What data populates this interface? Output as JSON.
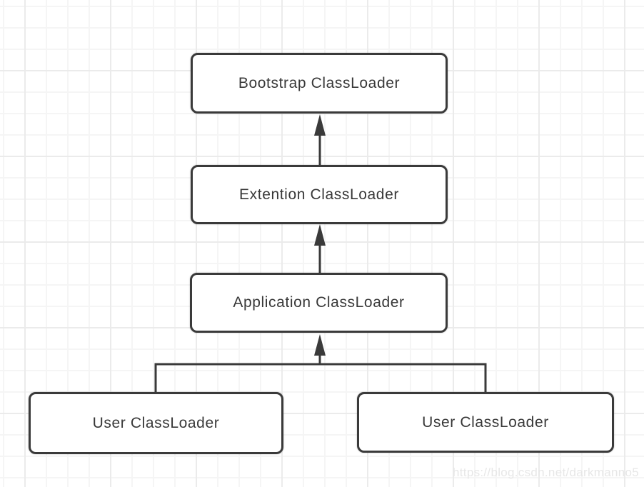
{
  "diagram": {
    "type": "flowchart",
    "description": "ClassLoader delegation hierarchy",
    "nodes": [
      {
        "id": "bootstrap-classloader",
        "label": "Bootstrap ClassLoader"
      },
      {
        "id": "extention-classloader",
        "label": "Extention ClassLoader"
      },
      {
        "id": "application-classloader",
        "label": "Application ClassLoader"
      },
      {
        "id": "user-classloader-left",
        "label": "User ClassLoader"
      },
      {
        "id": "user-classloader-right",
        "label": "User ClassLoader"
      }
    ],
    "edges": [
      {
        "from": "extention-classloader",
        "to": "bootstrap-classloader",
        "arrow": "up"
      },
      {
        "from": "application-classloader",
        "to": "extention-classloader",
        "arrow": "up"
      },
      {
        "from": "user-classloader-left",
        "to": "application-classloader",
        "arrow": "up"
      },
      {
        "from": "user-classloader-right",
        "to": "application-classloader",
        "arrow": "up"
      }
    ]
  },
  "watermark": {
    "text": "https://blog.csdn.net/darkmanno5"
  },
  "colors": {
    "background": "#ffffff",
    "grid_minor": "#f5f5f5",
    "grid_major": "#ebebeb",
    "node_border": "#3a3a3a",
    "node_fill": "#ffffff",
    "node_text": "#383838",
    "edge_stroke": "#3a3a3a",
    "watermark_text": "#e7e7e7"
  }
}
